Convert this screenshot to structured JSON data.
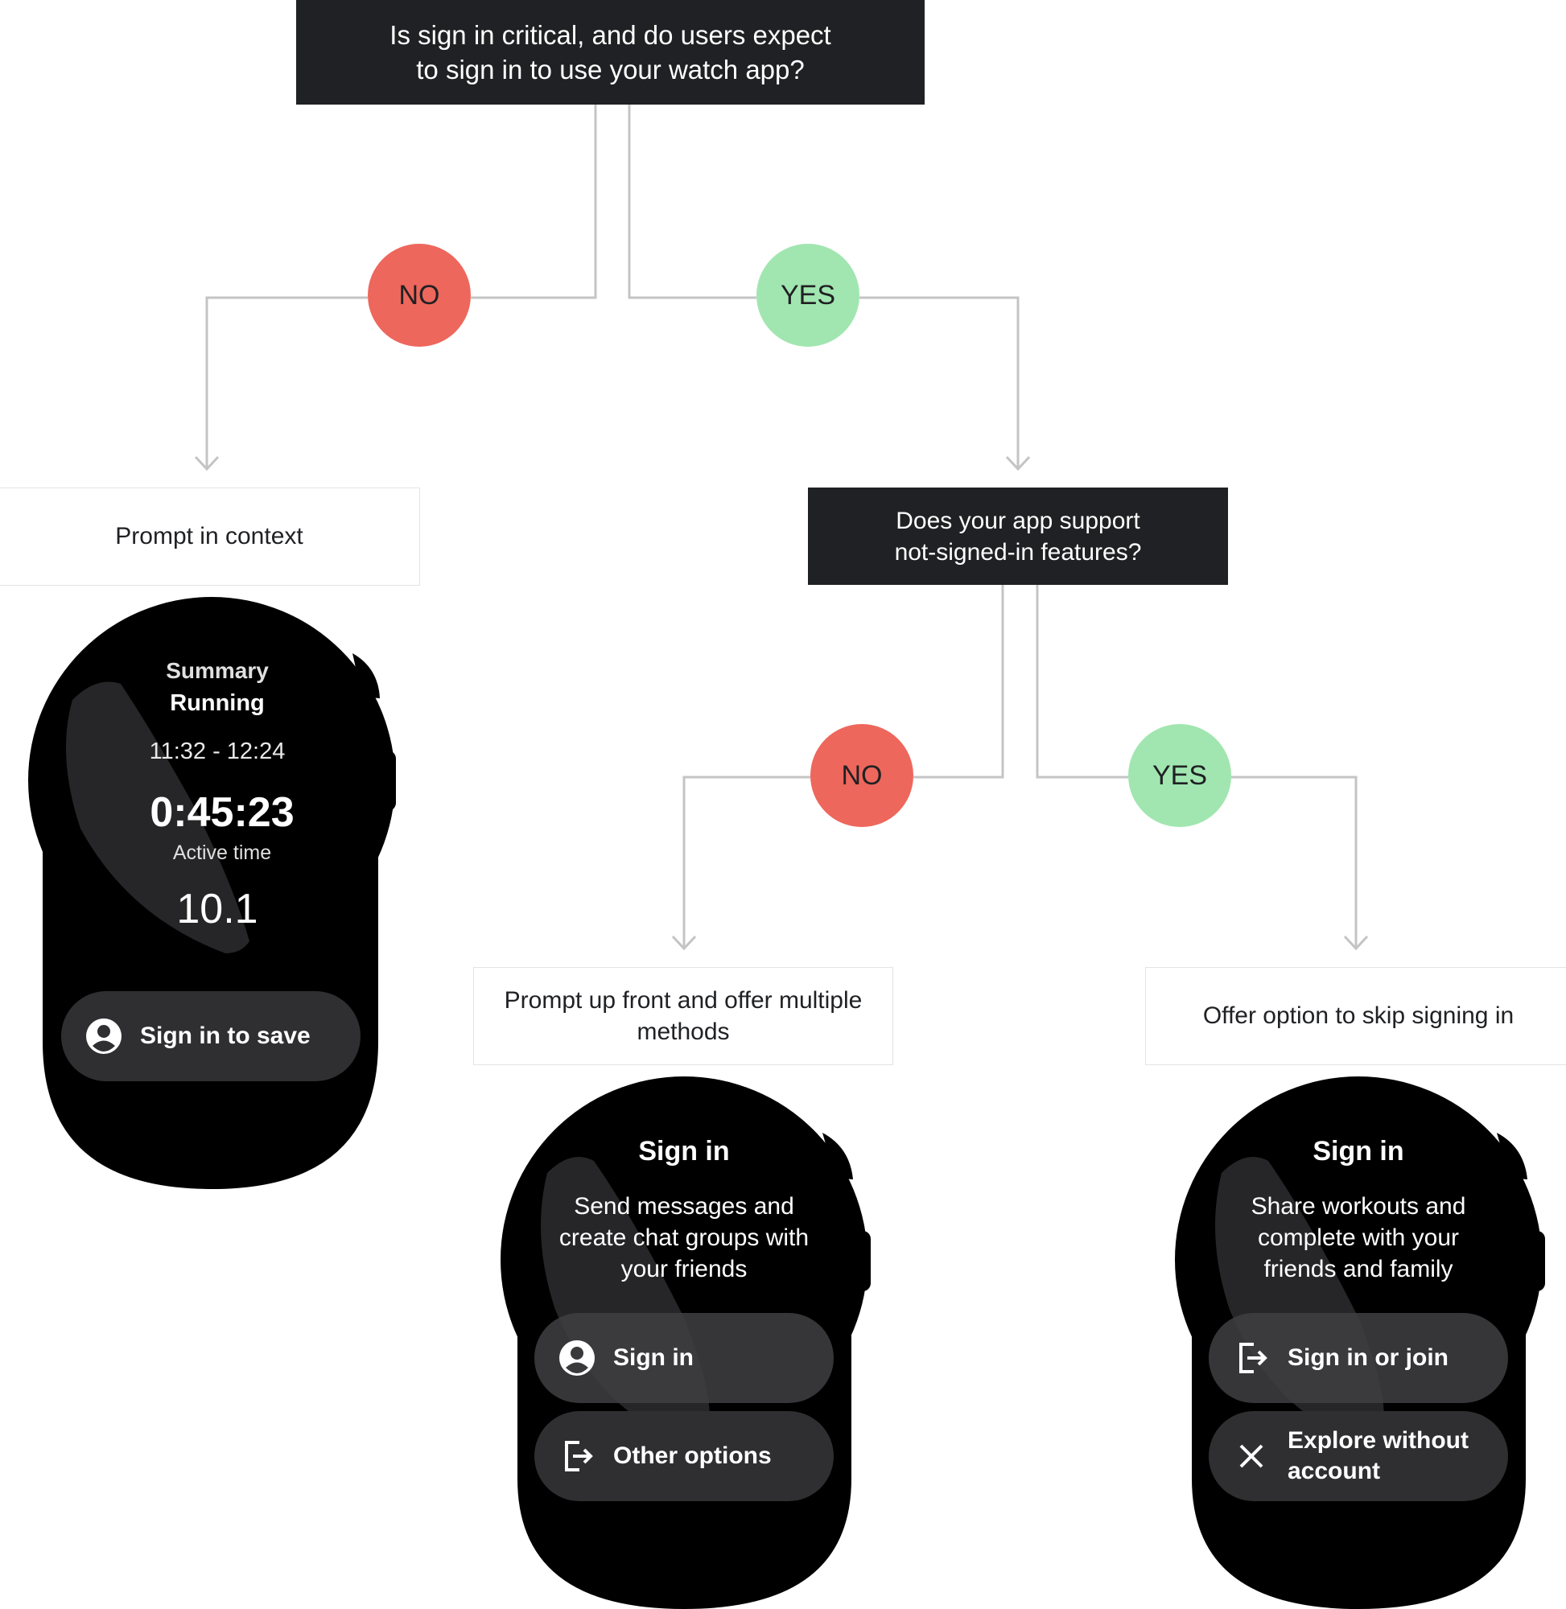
{
  "questions": {
    "q1": [
      "Is sign in critical, and do users expect",
      "to sign in to use your watch app?"
    ],
    "q2": [
      "Does your app support",
      "not-signed-in features?"
    ]
  },
  "branches": {
    "no_1": "NO",
    "yes_1": "YES",
    "no_2": "NO",
    "yes_2": "YES"
  },
  "outcomes": {
    "prompt_in_context": "Prompt in context",
    "prompt_up_front": [
      "Prompt up front and offer multiple",
      "methods"
    ],
    "offer_skip": "Offer option to skip signing in"
  },
  "watch_context": {
    "label": "Summary",
    "activity": "Running",
    "time_range": "11:32 - 12:24",
    "duration": "0:45:23",
    "duration_label": "Active time",
    "metric": "10.1",
    "button": "Sign in to save",
    "button_icon": "account-circle-icon"
  },
  "watch_upfront": {
    "title": "Sign in",
    "body": [
      "Send messages and",
      "create chat groups with",
      "your friends"
    ],
    "primary": "Sign in",
    "primary_icon": "account-circle-icon",
    "secondary": "Other options",
    "secondary_icon": "login-icon"
  },
  "watch_skip": {
    "title": "Sign in",
    "body": [
      "Share workouts and",
      "complete with your",
      "friends and family"
    ],
    "primary": "Sign in or join",
    "primary_icon": "login-icon",
    "secondary": [
      "Explore without",
      "account"
    ],
    "secondary_icon": "close-icon"
  },
  "colors": {
    "dark_box": "#202124",
    "no": "#ee675c",
    "yes": "#a1e6b0",
    "connector": "#bdbdbd",
    "chip": "#2f2f31"
  }
}
